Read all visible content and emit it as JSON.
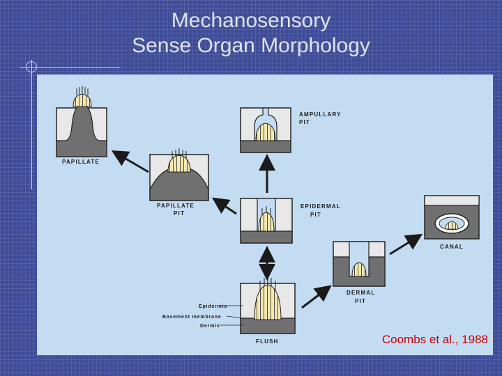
{
  "slide": {
    "title_line1": "Mechanosensory",
    "title_line2": "Sense Organ Morphology",
    "citation": "Coombs et al., 1988"
  },
  "colors": {
    "background": "#3f4d99",
    "figure_panel": "#c4dcf2",
    "title_text": "#dfe3f5",
    "citation_text": "#cc0000",
    "tissue_dark": "#707070",
    "tissue_light": "#e8e8e8"
  },
  "diagram": {
    "labels": {
      "papillate": "PAPILLATE",
      "papillate_pit_1": "PAPILLATE",
      "papillate_pit_2": "PIT",
      "ampullary_pit_1": "AMPULLARY",
      "ampullary_pit_2": "PIT",
      "epidermal_pit_1": "EPIDERMAL",
      "epidermal_pit_2": "PIT",
      "canal": "CANAL",
      "dermal_pit_1": "DERMAL",
      "dermal_pit_2": "PIT",
      "flush": "FLUSH",
      "epidermis": "Epidermis",
      "basement_membrane": "Basement membrane",
      "dermis": "Dermis"
    }
  }
}
